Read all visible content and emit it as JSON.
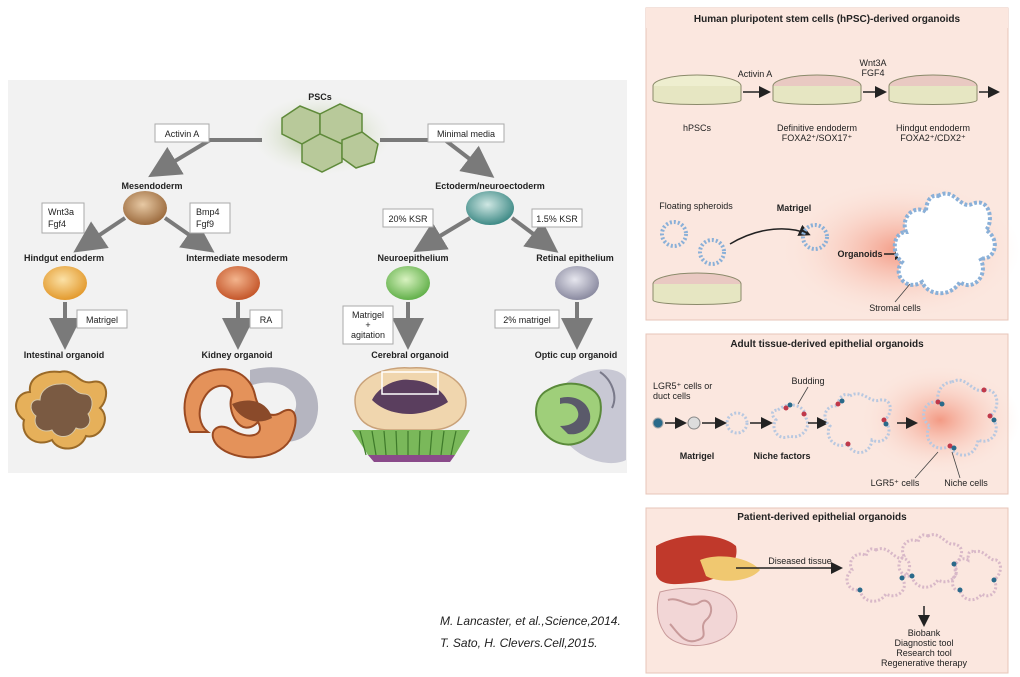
{
  "left_panel": {
    "root": "PSCs",
    "branch_labels": {
      "left": "Activin A",
      "right": "Minimal media"
    },
    "layer2": {
      "left": "Mesendoderm",
      "right": "Ectoderm/neuroectoderm"
    },
    "layer2_factors": {
      "hindgut": [
        "Wnt3a",
        "Fgf4"
      ],
      "intermediate": [
        "Bmp4",
        "Fgf9"
      ],
      "neuro": "20% KSR",
      "retinal": "1.5% KSR"
    },
    "layer3": [
      "Hindgut endoderm",
      "Intermediate mesoderm",
      "Neuroepithelium",
      "Retinal epithelium"
    ],
    "layer3_factors": {
      "intestinal": "Matrigel",
      "kidney": "RA",
      "cerebral": [
        "Matrigel",
        "+",
        "agitation"
      ],
      "optic": "2% matrigel"
    },
    "organoids": [
      "Intestinal organoid",
      "Kidney organoid",
      "Cerebral organoid",
      "Optic cup organoid"
    ]
  },
  "panel_hpsc": {
    "title": "Human pluripotent stem cells (hPSC)-derived organoids",
    "arrow1": "Activin A",
    "arrow2": [
      "Wnt3A",
      "FGF4"
    ],
    "step1": "hPSCs",
    "step2": [
      "Definitive endoderm",
      "FOXA2⁺/SOX17⁺"
    ],
    "step3": [
      "Hindgut endoderm",
      "FOXA2⁺/CDX2⁺"
    ],
    "spheroids": "Floating spheroids",
    "matrigel": "Matrigel",
    "organoids": "Organoids",
    "stromal": "Stromal cells"
  },
  "panel_adult": {
    "title": "Adult tissue-derived epithelial organoids",
    "lgr5": [
      "LGR5⁺ cells or",
      "duct cells"
    ],
    "budding": "Budding",
    "matrigel": "Matrigel",
    "niche_factors": "Niche factors",
    "lgr5_cells": "LGR5⁺ cells",
    "niche_cells": "Niche cells"
  },
  "panel_patient": {
    "title": "Patient-derived epithelial organoids",
    "diseased": "Diseased tissue",
    "uses": [
      "Biobank",
      "Diagnostic tool",
      "Research tool",
      "Regenerative therapy"
    ]
  },
  "citations": [
    "M. Lancaster, et al.,Science,2014.",
    "T. Sato, H. Clevers.Cell,2015."
  ]
}
